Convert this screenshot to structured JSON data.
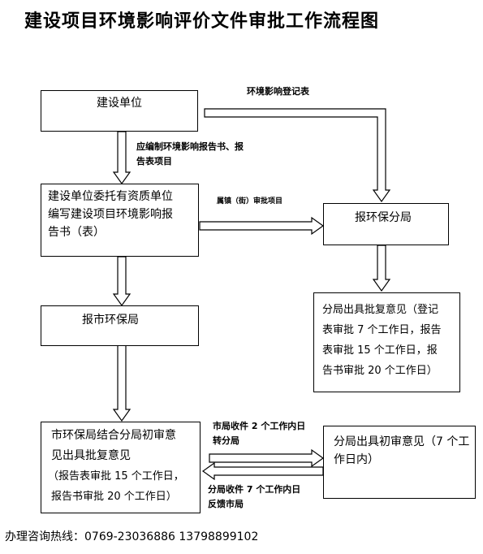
{
  "title": "建设项目环境影响评价文件审批工作流程图",
  "boxes": {
    "unit": "建设单位",
    "entrust": [
      "建设单位委托有资质单位",
      "编写建设项目环境影响报",
      "告书（表）"
    ],
    "sub_bureau": "报环保分局",
    "sub_approval": [
      "分局出具批复意见（登记",
      "表审批 7 个工作日，报告",
      "表审批 15 个工作日，报",
      "告书审批 20 个工作日）"
    ],
    "city_bureau": "报市环保局",
    "city_review": [
      "市环保局结合分局初审意",
      "见出具批复意见",
      "（报告表审批 15 个工作日，",
      "报告书审批 20 个工作日）"
    ],
    "sub_initial": [
      "分局出具初审意见（7 个工",
      "作日内）"
    ]
  },
  "labels": {
    "registration_form": "环境影响登记表",
    "report_projects": [
      "应编制环境影响报告书、报",
      "告表项目"
    ],
    "town_approval": "属镇（街）审批项目",
    "city_to_sub": [
      "市局收件 2 个工作内日",
      "转分局"
    ],
    "sub_to_city": [
      "分局收件 7 个工作内日",
      "反馈市局"
    ]
  },
  "footer": "办理咨询热线：0769-23036886    13798899102"
}
